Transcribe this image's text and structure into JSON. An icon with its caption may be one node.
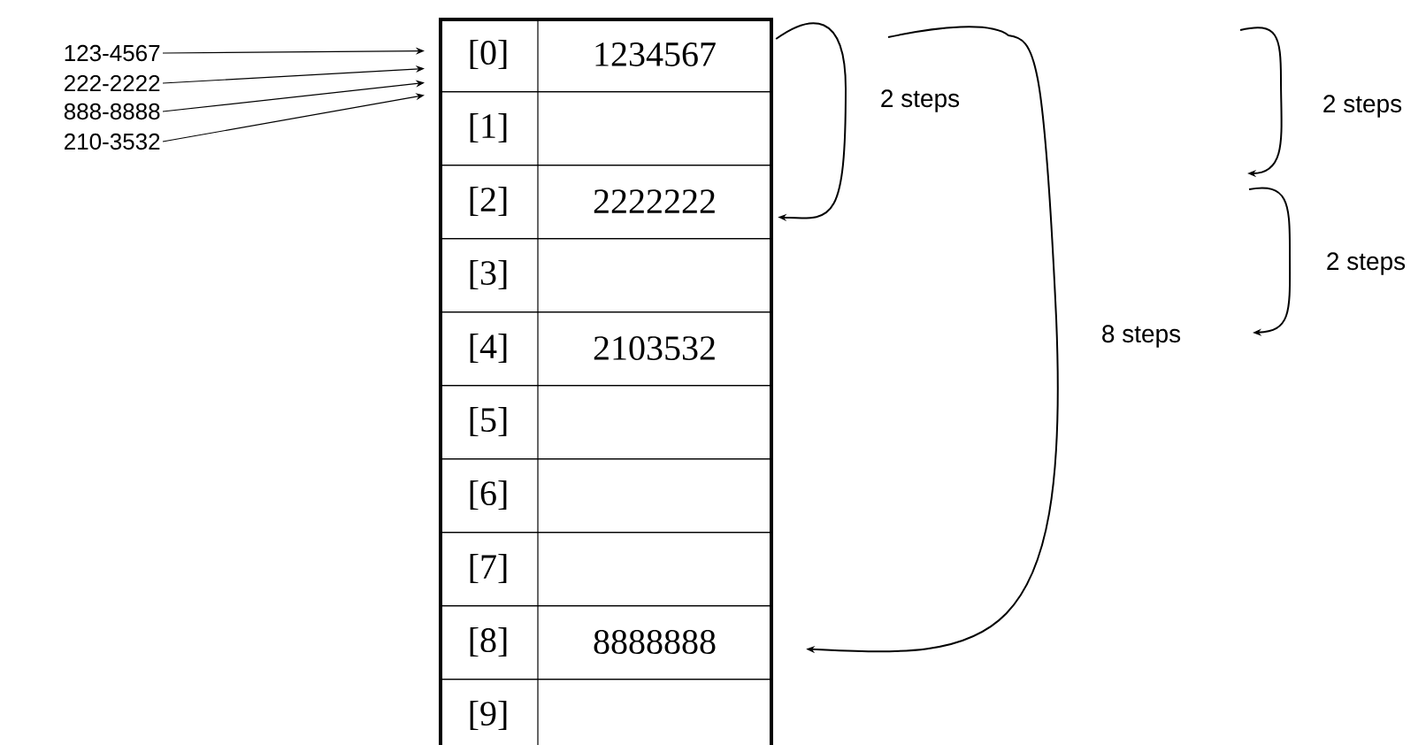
{
  "diagram": {
    "nodes": [
      {
        "text": [
          "123-4567"
        ]
      },
      {
        "text": [
          "222-2222"
        ]
      },
      {
        "text": [
          "888-8888"
        ]
      },
      {
        "text": [
          "210-3532"
        ]
      },
      {
        "text": [],
        "shape": "box"
      },
      {
        "text": [
          "[0]",
          "1234567"
        ],
        "in": 4
      },
      {
        "text": [
          "[1]"
        ],
        "in": 4
      },
      {
        "text": [
          "[2]",
          "2222222"
        ],
        "in": 4
      },
      {
        "text": [
          "[3]"
        ],
        "in": 4
      },
      {
        "text": [
          "[4]",
          "2103532"
        ],
        "in": 4
      },
      {
        "text": [
          "[5]"
        ],
        "in": 4
      },
      {
        "text": [
          "[6]"
        ],
        "in": 4
      },
      {
        "text": [
          "[7]"
        ],
        "in": 4
      },
      {
        "text": [
          "[8]",
          "8888888"
        ],
        "in": 4
      },
      {
        "text": [
          "[9]"
        ],
        "in": 4
      }
    ],
    "edges": [
      {
        "from": 0,
        "to": 5,
        "arrow": "to"
      },
      {
        "from": 1,
        "to": 5,
        "arrow": "to"
      },
      {
        "from": 2,
        "to": 5,
        "arrow": "to"
      },
      {
        "from": 3,
        "to": 5,
        "arrow": "to"
      },
      {
        "from": 5,
        "to": 7,
        "arrow": "to",
        "label": "2 steps"
      },
      {
        "from": null,
        "to": 13,
        "arrow": "to",
        "label": "8 steps"
      }
    ],
    "labels": [
      "2 steps",
      "2 steps"
    ]
  }
}
